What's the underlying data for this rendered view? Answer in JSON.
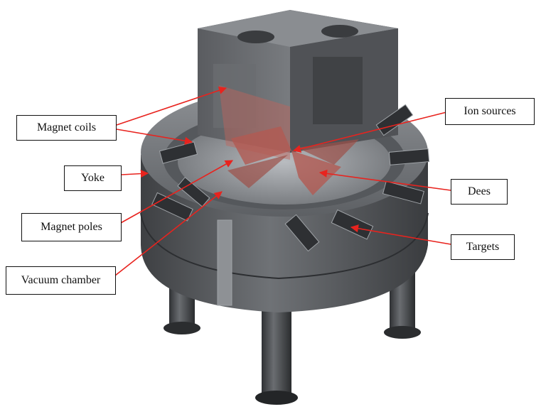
{
  "labels": {
    "magnet_coils": "Magnet coils",
    "yoke": "Yoke",
    "magnet_poles": "Magnet poles",
    "vacuum_chamber": "Vacuum chamber",
    "ion_sources": "Ion sources",
    "dees": "Dees",
    "targets": "Targets"
  },
  "colors": {
    "arrow": "#e8231e",
    "body_dark": "#4b4d50",
    "body_mid": "#6d7074",
    "body_light": "#9a9ea2",
    "dee_red": "#c0635a",
    "background": "#ffffff"
  }
}
